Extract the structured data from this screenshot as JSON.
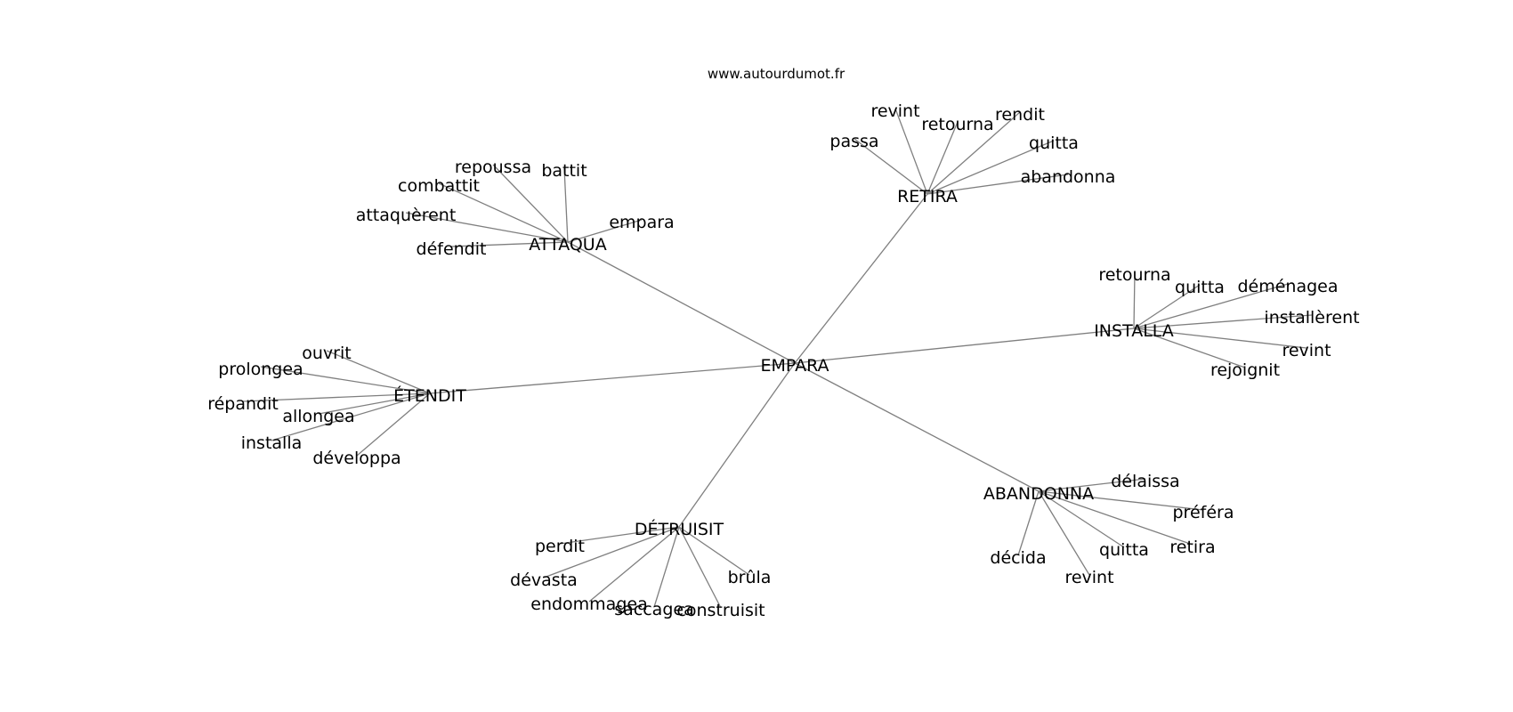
{
  "header": {
    "site": "www.autourdumot.fr"
  },
  "graph": {
    "center": "EMPARA",
    "clusters": [
      {
        "hub": "ATTAQUA",
        "leaves": [
          "repoussa",
          "battit",
          "combattit",
          "attaquèrent",
          "défendit",
          "empara"
        ]
      },
      {
        "hub": "RETIRA",
        "leaves": [
          "revint",
          "retourna",
          "rendit",
          "passa",
          "quitta",
          "abandonna"
        ]
      },
      {
        "hub": "INSTALLA",
        "leaves": [
          "retourna",
          "quitta",
          "déménagea",
          "installèrent",
          "revint",
          "rejoignit"
        ]
      },
      {
        "hub": "ÉTENDIT",
        "leaves": [
          "ouvrit",
          "prolongea",
          "répandit",
          "allongea",
          "installa",
          "développa"
        ]
      },
      {
        "hub": "ABANDONNA",
        "leaves": [
          "délaissa",
          "préféra",
          "décida",
          "quitta",
          "retira",
          "revint"
        ]
      },
      {
        "hub": "DÉTRUISIT",
        "leaves": [
          "perdit",
          "dévasta",
          "brûla",
          "endommagea",
          "saccagea",
          "construisit"
        ]
      }
    ]
  }
}
